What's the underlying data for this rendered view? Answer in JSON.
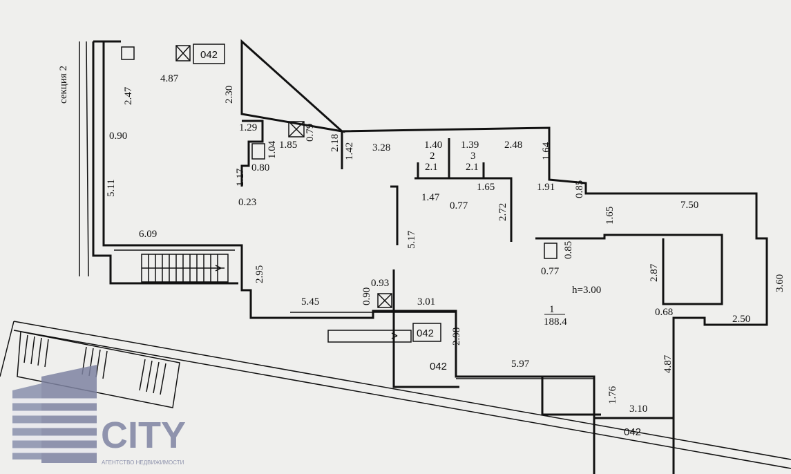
{
  "section_label": "секция 2",
  "room": {
    "number": "1",
    "area": "188.4",
    "height": "h=3.00"
  },
  "small_rooms": [
    {
      "number": "2",
      "area": "2.1"
    },
    {
      "number": "3",
      "area": "2.1"
    }
  ],
  "tags": [
    "042",
    "042",
    "042",
    "042"
  ],
  "dims": [
    "4.87",
    "2.30",
    "2.47",
    "0.90",
    "1.29",
    "1.85",
    "0.79",
    "1.04",
    "0.80",
    "1.17",
    "0.23",
    "2.18",
    "1.42",
    "3.28",
    "1.40",
    "1.39",
    "2.48",
    "1.64",
    "1.47",
    "0.77",
    "1.65",
    "2.72",
    "1.91",
    "0.85",
    "7.50",
    "1.65",
    "5.11",
    "6.09",
    "5.17",
    "0.85",
    "0.77",
    "2.87",
    "3.60",
    "2.95",
    "0.93",
    "0.90",
    "5.45",
    "3.01",
    "0.68",
    "2.50",
    "2.98",
    "5.97",
    "4.87",
    "1.76",
    "3.10"
  ],
  "logo": {
    "name": "CITY",
    "subtitle": "АГЕНТСТВО НЕДВИЖИМОСТИ"
  }
}
